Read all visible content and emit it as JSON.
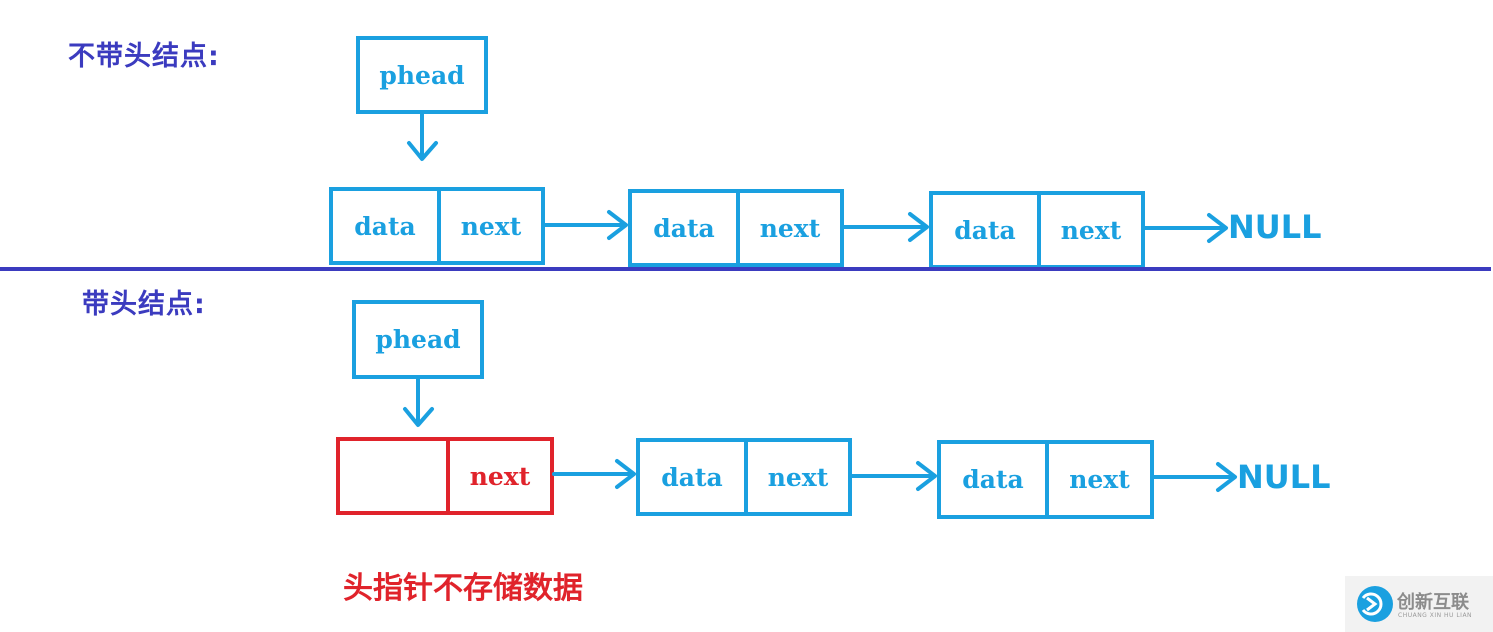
{
  "colors": {
    "node_border": "#1aa0e0",
    "head_node_border": "#e0232b",
    "section_title": "#3b3bbf",
    "separator": "#3b3bbf",
    "note_text": "#e0232b"
  },
  "section_without_head": {
    "title": "不带头结点:",
    "pointer_label": "phead",
    "nodes": [
      {
        "data": "data",
        "next": "next"
      },
      {
        "data": "data",
        "next": "next"
      },
      {
        "data": "data",
        "next": "next"
      }
    ],
    "terminal": "NULL"
  },
  "section_with_head": {
    "title": "带头结点:",
    "pointer_label": "phead",
    "head_node": {
      "data": "",
      "next": "next"
    },
    "nodes": [
      {
        "data": "data",
        "next": "next"
      },
      {
        "data": "data",
        "next": "next"
      }
    ],
    "terminal": "NULL",
    "note": "头指针不存储数据"
  },
  "watermark": {
    "text": "创新互联",
    "subtext": "CHUANG XIN HU LIAN",
    "icon": "logo-icon"
  }
}
